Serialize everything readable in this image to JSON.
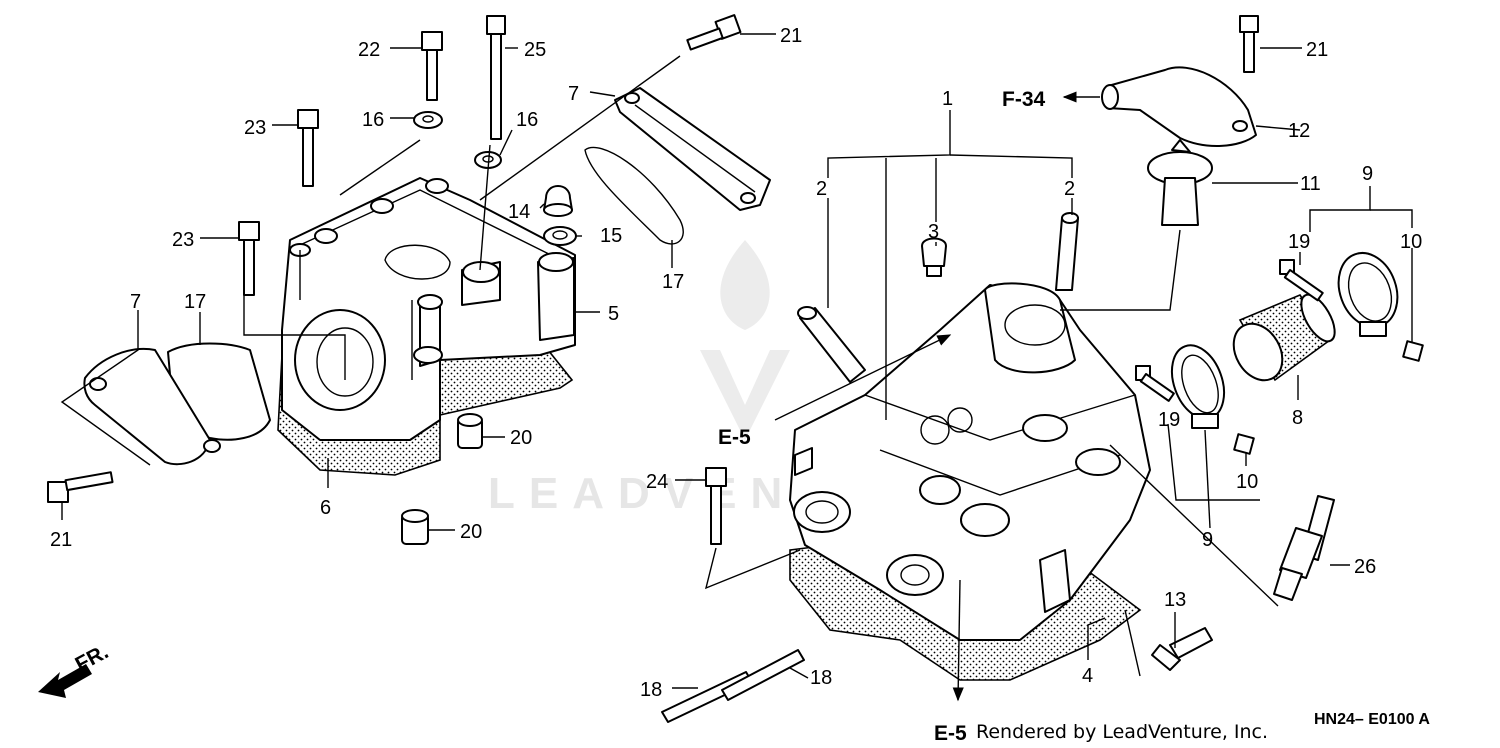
{
  "callouts": {
    "c1": "1",
    "c2a": "2",
    "c2b": "2",
    "c3": "3",
    "c4": "4",
    "c5": "5",
    "c6": "6",
    "c7a": "7",
    "c7b": "7",
    "c8": "8",
    "c9a": "9",
    "c9b": "9",
    "c10a": "10",
    "c10b": "10",
    "c11": "11",
    "c12": "12",
    "c13": "13",
    "c14": "14",
    "c15": "15",
    "c16a": "16",
    "c16b": "16",
    "c17a": "17",
    "c17b": "17",
    "c18a": "18",
    "c18b": "18",
    "c19a": "19",
    "c19b": "19",
    "c20a": "20",
    "c20b": "20",
    "c21a": "21",
    "c21b": "21",
    "c21c": "21",
    "c22": "22",
    "c23a": "23",
    "c23b": "23",
    "c24": "24",
    "c25": "25",
    "c26": "26"
  },
  "references": {
    "e5_upper": "E-5",
    "e5_lower": "E-5",
    "f34": "F-34"
  },
  "front_marker": "FR.",
  "footer": {
    "credit": "Rendered by LeadVenture, Inc.",
    "diagram_code": "HN24– E0100 A"
  },
  "watermark": {
    "text": "LEADVENTURE"
  }
}
